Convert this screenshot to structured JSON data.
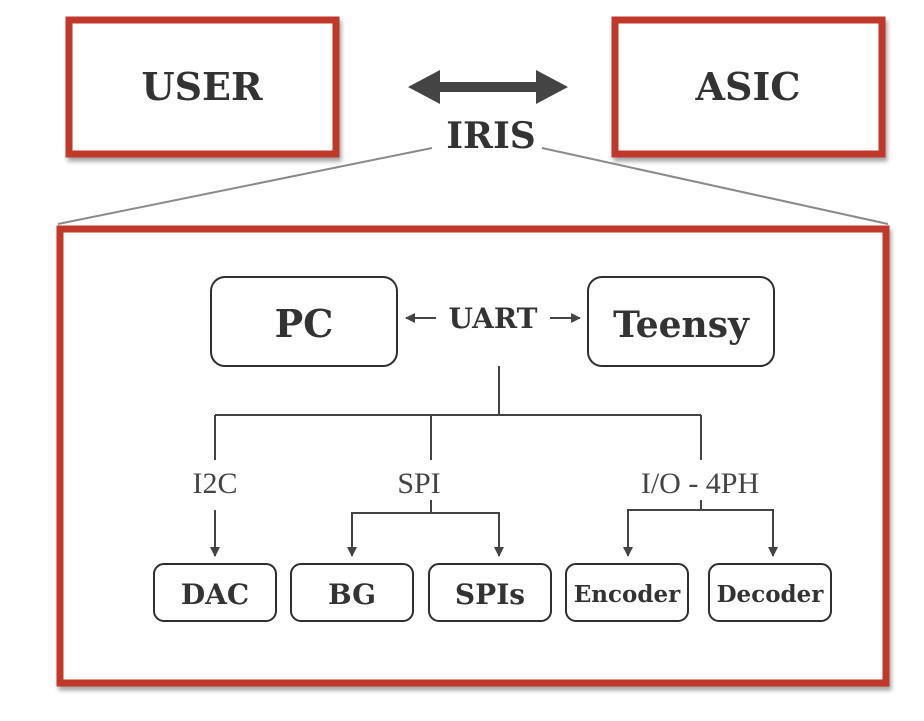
{
  "top": {
    "user_label": "USER",
    "asic_label": "ASIC",
    "iris_label": "IRIS"
  },
  "detail": {
    "pc_label": "PC",
    "uart_label": "UART",
    "teensy_label": "Teensy",
    "bus_i2c_label": "I2C",
    "bus_spi_label": "SPI",
    "bus_io_label": "I/O - 4PH",
    "dac_label": "DAC",
    "bg_label": "BG",
    "spis_label": "SPIs",
    "encoder_label": "Encoder",
    "decoder_label": "Decoder"
  },
  "colors": {
    "frame": "#c0392b",
    "ink": "#333333"
  }
}
